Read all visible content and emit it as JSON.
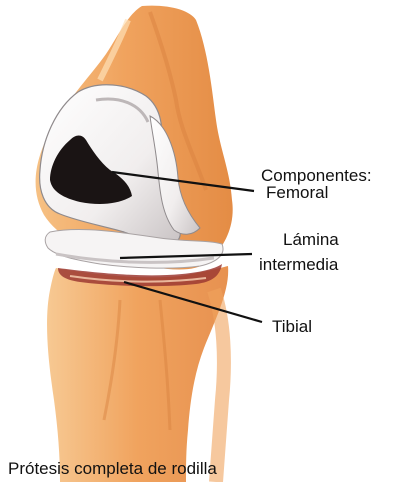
{
  "labels": {
    "heading": "Componentes:",
    "femoral": "Femoral",
    "lamina_line1": "Lámina",
    "lamina_line2": "intermedia",
    "tibial": "Tibial"
  },
  "caption": "Prótesis completa de rodilla",
  "colors": {
    "skin": "#f0a35e",
    "skin_light": "#fbd6a8",
    "shadow": "#c97a3e",
    "implant": "#f4f2f2",
    "implant_shade": "#c8c4c6",
    "dark": "#1a1414",
    "tibial_band": "#9c3a32"
  }
}
